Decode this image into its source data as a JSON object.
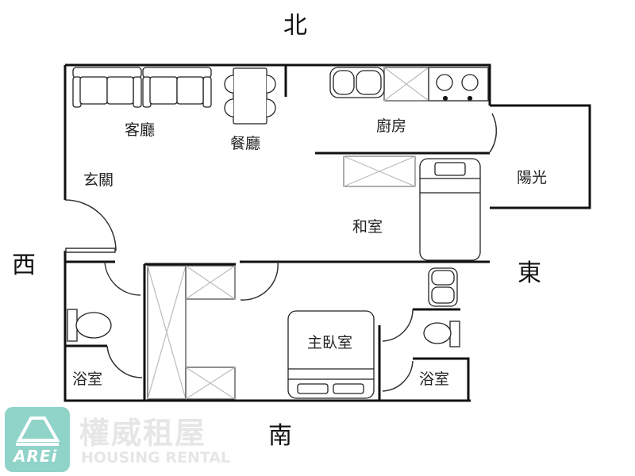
{
  "compass": {
    "north": "北",
    "south": "南",
    "west": "西",
    "east": "東"
  },
  "rooms": {
    "living_room": "客廳",
    "dining_room": "餐廳",
    "kitchen": "廚房",
    "entrance": "玄關",
    "balcony": "陽光",
    "tatami_room": "和室",
    "master_bedroom": "主臥室",
    "bathroom_west": "浴室",
    "bathroom_east": "浴室"
  },
  "branding": {
    "logo_text": "AREi",
    "name_cn": "權威租屋",
    "name_en": "HOUSING RENTAL",
    "logo_color": "#8fd3c9",
    "watermark_color": "#e6e6e6"
  }
}
